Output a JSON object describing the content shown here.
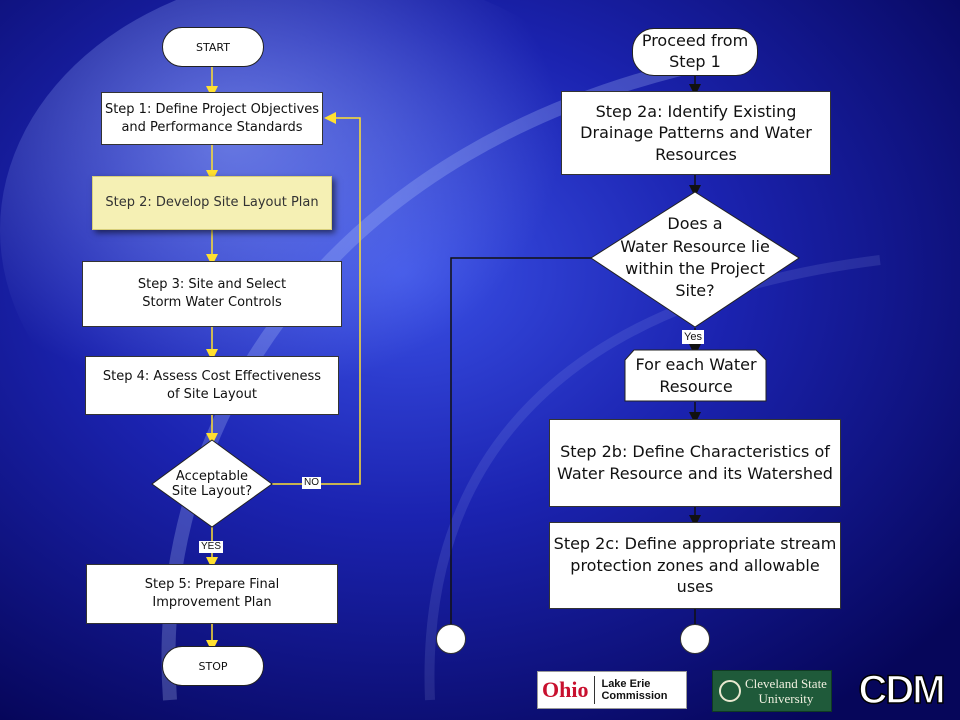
{
  "left": {
    "start": "START",
    "step1": "Step 1: Define Project Objectives\nand Performance Standards",
    "step2": "Step 2: Develop Site Layout Plan",
    "step3": "Step 3: Site and Select\nStorm Water Controls",
    "step4": "Step 4: Assess Cost Effectiveness\nof Site Layout",
    "decision": "Acceptable\nSite Layout?",
    "no_label": "NO",
    "yes_label": "YES",
    "step5": "Step 5: Prepare Final\nImprovement Plan",
    "stop": "STOP"
  },
  "right": {
    "proceed": "Proceed from\nStep 1",
    "step2a": "Step 2a: Identify Existing\nDrainage Patterns and Water\nResources",
    "decision": "Does a\nWater Resource lie\nwithin the Project\nSite?",
    "yes_label": "Yes",
    "loop": "For each Water\nResource",
    "step2b": "Step 2b: Define Characteristics of\nWater Resource and its Watershed",
    "step2c": "Step 2c: Define appropriate stream\nprotection zones and allowable uses"
  },
  "logos": {
    "ohio": "Ohio",
    "lake_erie": "Lake Erie\nCommission",
    "csu_line1": "Cleveland State",
    "csu_line2": "University",
    "cdm": "CDM"
  },
  "colors": {
    "background_dark": "#0a0a6e",
    "background_mid": "#1e2bb8",
    "connector_yellow": "#ffe030",
    "highlight_box": "#f5f0b4"
  }
}
